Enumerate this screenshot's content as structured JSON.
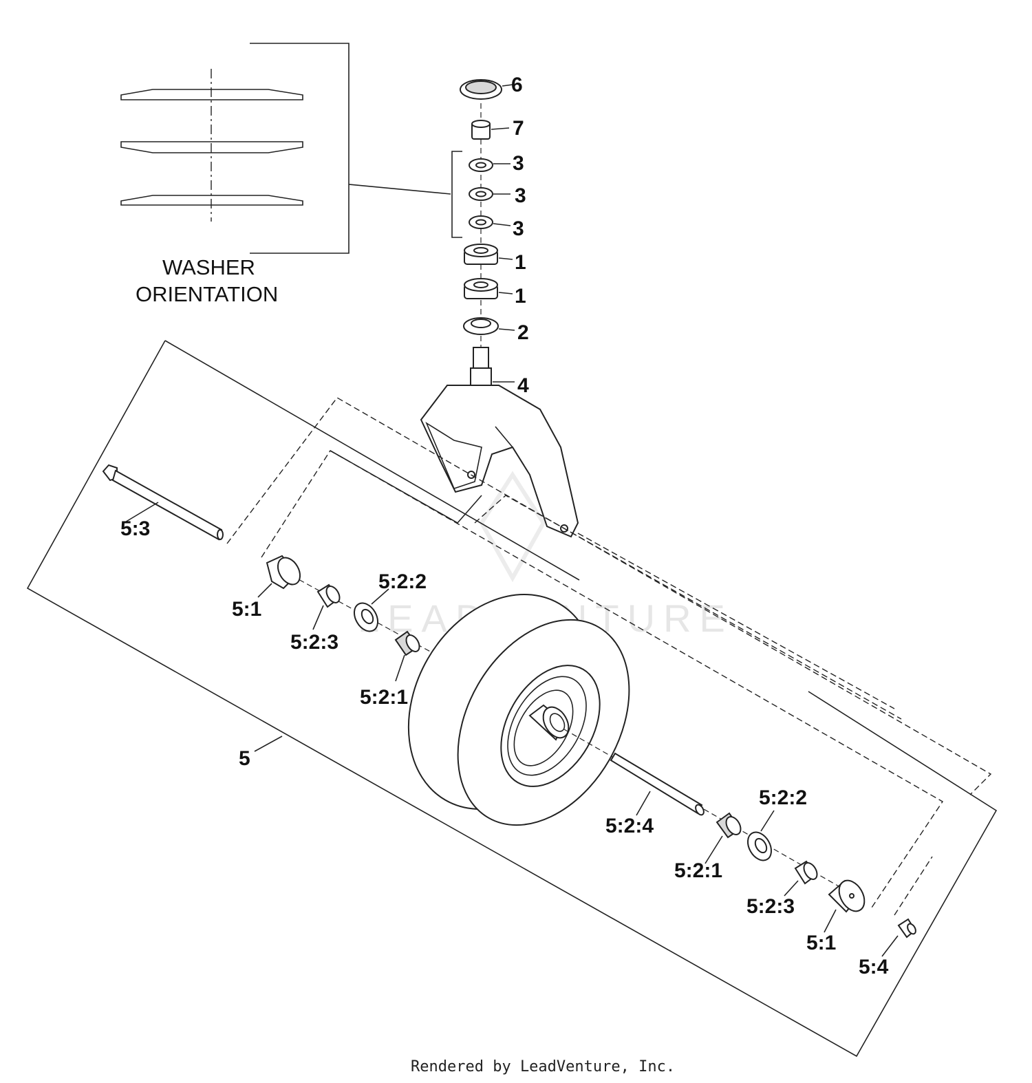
{
  "washer_orientation": {
    "line1": "WASHER",
    "line2": "ORIENTATION"
  },
  "callouts": {
    "c6": "6",
    "c7": "7",
    "c3a": "3",
    "c3b": "3",
    "c3c": "3",
    "c1a": "1",
    "c1b": "1",
    "c2": "2",
    "c4": "4",
    "c5": "5",
    "c5_3": "5:3",
    "c5_1_left": "5:1",
    "c5_2_3_left": "5:2:3",
    "c5_2_2_left": "5:2:2",
    "c5_2_1_left": "5:2:1",
    "c5_2_4": "5:2:4",
    "c5_2_1_right": "5:2:1",
    "c5_2_2_right": "5:2:2",
    "c5_2_3_right": "5:2:3",
    "c5_1_right": "5:1",
    "c5_4": "5:4"
  },
  "watermark": "LEADVENTURE",
  "footer": "Rendered by LeadVenture, Inc."
}
